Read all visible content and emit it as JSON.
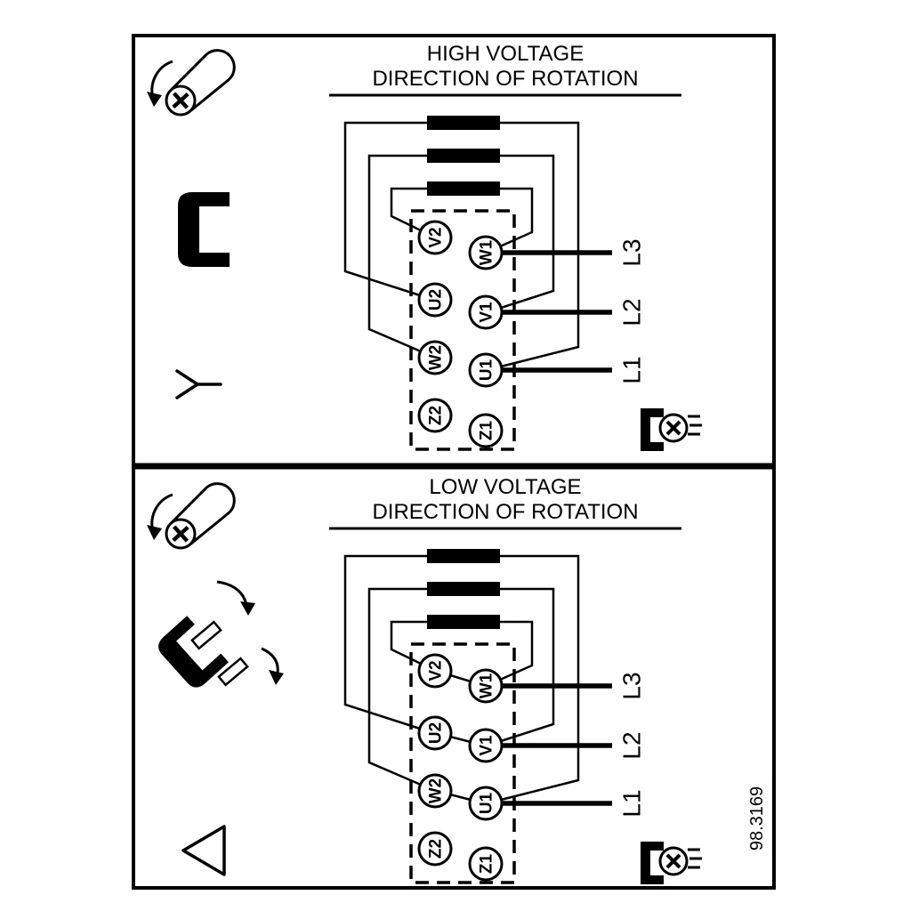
{
  "document": {
    "type": "motor terminal wiring diagram",
    "figure_number": "98.3169"
  },
  "colors": {
    "ink": "#000000",
    "paper": "#ffffff"
  },
  "panels": [
    {
      "name": "high-voltage",
      "title_line1": "HIGH VOLTAGE",
      "title_line2": "DIRECTION OF ROTATION",
      "connection": "star",
      "terminals": {
        "left": [
          "V2",
          "U2",
          "W2",
          "Z2"
        ],
        "right": [
          "W1",
          "V1",
          "U1",
          "Z1"
        ]
      },
      "supply_lines": [
        "L3",
        "L2",
        "L1"
      ]
    },
    {
      "name": "low-voltage",
      "title_line1": "LOW VOLTAGE",
      "title_line2": "DIRECTION OF ROTATION",
      "connection": "delta",
      "terminals": {
        "left": [
          "V2",
          "U2",
          "W2",
          "Z2"
        ],
        "right": [
          "W1",
          "V1",
          "U1",
          "Z1"
        ]
      },
      "supply_lines": [
        "L3",
        "L2",
        "L1"
      ]
    }
  ]
}
